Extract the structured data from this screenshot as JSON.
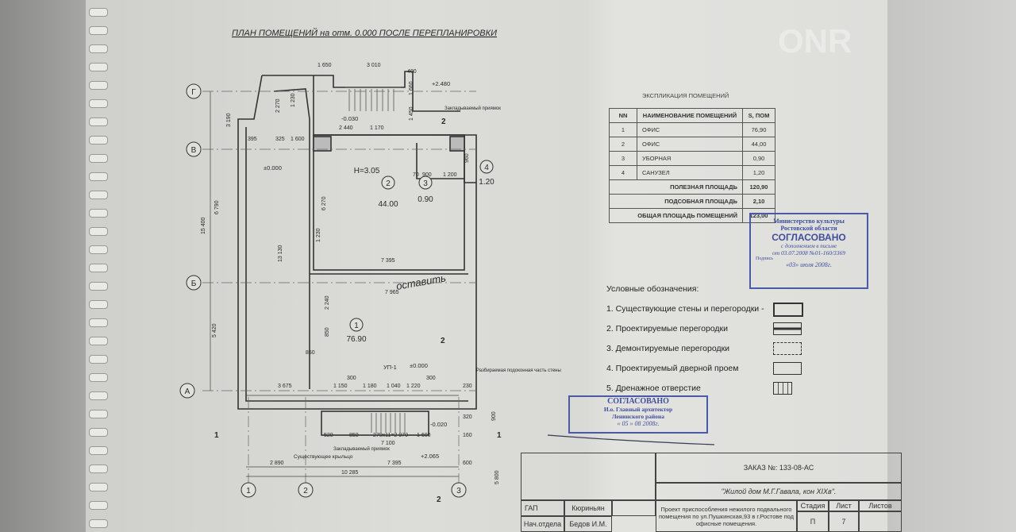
{
  "plan": {
    "title": "ПЛАН ПОМЕЩЕНИЙ на отм. 0.000 ПОСЛЕ ПЕРЕПЛАНИРОВКИ",
    "axes_rows": [
      "Г",
      "В",
      "Б",
      "А"
    ],
    "axes_cols": [
      "1",
      "2",
      "3"
    ],
    "rooms": [
      {
        "num": "1",
        "area": "76.90"
      },
      {
        "num": "2",
        "area": "44.00"
      },
      {
        "num": "3",
        "area": "0.90"
      },
      {
        "num": "4",
        "area": "1.20"
      }
    ],
    "height_label": "H=3.05",
    "levels": [
      "+2.480",
      "-0.030",
      "±0.000",
      "±0.000",
      "-0.020",
      "+2.065"
    ],
    "notes": {
      "pit_top": "Закладываемый приямок",
      "pit_bottom": "Закладываемый приямок",
      "porch": "Существующее крыльцо",
      "sill": "Разбираемая подоконная часть стены",
      "door_type": "УП-1",
      "handwritten": "оставить"
    },
    "section_marks": [
      "2",
      "2",
      "1",
      "1",
      "2"
    ],
    "dims_top": [
      "1 650",
      "3 010",
      "400",
      "2 270",
      "1 230",
      "3 190",
      "2 440",
      "1 170",
      "1 450",
      "1 660",
      "395",
      "325",
      "1 600"
    ],
    "dims_mid": [
      "70",
      "900",
      "1 200",
      "960",
      "6 270",
      "6 790",
      "15 400",
      "13 130",
      "1 230",
      "7 395",
      "7 965",
      "2 240",
      "850",
      "850",
      "5 420"
    ],
    "dims_bottom": [
      "3 675",
      "1 150",
      "1 180",
      "1 040",
      "1 220",
      "300",
      "300",
      "230",
      "520",
      "850",
      "270x11=2 970",
      "1 600",
      "160",
      "7 100",
      "320",
      "900",
      "2 890",
      "7 395",
      "600",
      "10 285",
      "5 800"
    ]
  },
  "explication": {
    "title": "ЭКСПЛИКАЦИЯ ПОМЕЩЕНИЙ",
    "headers": [
      "NN",
      "НАИМЕНОВАНИЕ ПОМЕЩЕНИЙ",
      "S, ПОМ"
    ],
    "rows": [
      [
        "1",
        "ОФИС",
        "76,90"
      ],
      [
        "2",
        "ОФИС",
        "44,00"
      ],
      [
        "3",
        "УБОРНАЯ",
        "0,90"
      ],
      [
        "4",
        "САНУЗЕЛ",
        "1,20"
      ]
    ],
    "totals": [
      [
        "ПОЛЕЗНАЯ ПЛОЩАДЬ",
        "120,90"
      ],
      [
        "ПОДСОБНАЯ ПЛОЩАДЬ",
        "2,10"
      ],
      [
        "ОБЩАЯ ПЛОЩАДЬ ПОМЕЩЕНИЙ",
        "123,00"
      ]
    ]
  },
  "stamp_ministry": {
    "line1": "Министерство культуры",
    "line2": "Ростовской области",
    "line3": "СОГЛАСОВАНО",
    "line4": "с дополнением в письме",
    "line5": "от 03.07.2008 №01-160/3369",
    "line6": "Подпись",
    "line7": "«03» июля 2008г."
  },
  "stamp_architect": {
    "line1": "СОГЛАСОВАНО",
    "line2": "И.о. Главный архитектор",
    "line3": "Ленинского района",
    "line4": "« 05 »   08   2008г."
  },
  "legend": {
    "title": "Условные обозначения:",
    "items": [
      "1. Существующие стены и перегородки -",
      "2. Проектируемые перегородки",
      "3. Демонтируемые перегородки",
      "4. Проектируемый дверной проем",
      "5. Дренажное отверстие"
    ]
  },
  "title_block": {
    "order": "ЗАКАЗ №: 133-08-АС",
    "object": "\"Жилой дом М.Г.Гавала, кон XIXв\".",
    "project": "Проект приспособления нежилого подвального помещения по ул.Пушкинская,93 в г.Ростове под офисные помещения.",
    "role1": "ГАП",
    "name1": "Кюриньян",
    "role2": "Нач.отдела",
    "name2": "Бедов И.М.",
    "stage_label": "Стадия",
    "sheet_label": "Лист",
    "sheets_label": "Листов",
    "stage": "П",
    "sheet": "7"
  },
  "watermark": "ONR"
}
